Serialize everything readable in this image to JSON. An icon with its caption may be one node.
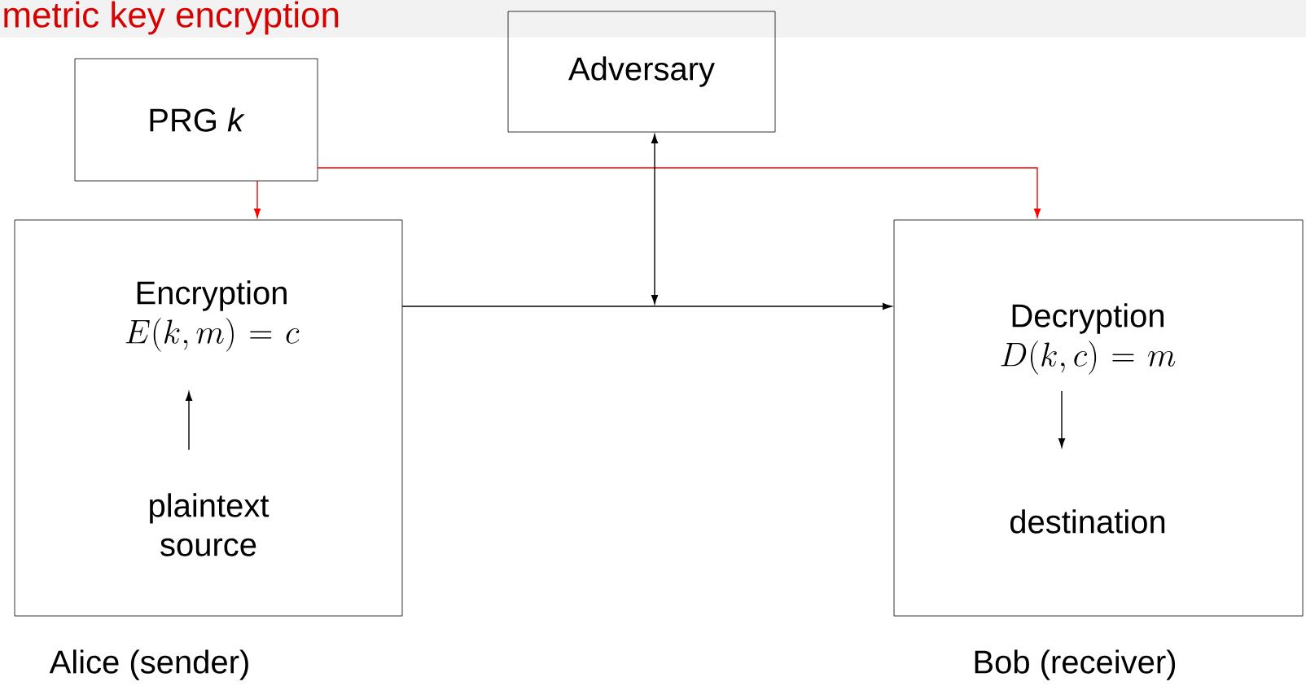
{
  "diagram": {
    "title": "metric key encryption",
    "nodes": [
      {
        "text": [
          "PRG *k*"
        ]
      },
      {
        "text": [
          "Adversary"
        ]
      },
      {
        "text": [],
        "shape": "box",
        "beside": [
          "Alice (sender)"
        ]
      },
      {
        "text": [
          "Encryption",
          "E(k,m)=c"
        ],
        "in": 2
      },
      {
        "text": [
          "plaintext source"
        ],
        "in": 2
      },
      {
        "text": [],
        "shape": "box",
        "beside": [
          "Bob (receiver)"
        ]
      },
      {
        "text": [
          "Decryption",
          "D(k,c)=m"
        ],
        "in": 5
      },
      {
        "text": [
          "destination"
        ],
        "in": 5
      }
    ],
    "edges": [
      {
        "from": 0,
        "to": 2,
        "arrow": "to",
        "color": "#ff0000"
      },
      {
        "from": 0,
        "to": 5,
        "arrow": "to",
        "color": "#ff0000"
      },
      {
        "from": 2,
        "to": 5,
        "arrow": "to"
      },
      {
        "from": 1,
        "to": null,
        "arrow": "both"
      },
      {
        "from": 4,
        "to": 3,
        "arrow": "to"
      },
      {
        "from": 6,
        "to": 7,
        "arrow": "to"
      }
    ]
  }
}
